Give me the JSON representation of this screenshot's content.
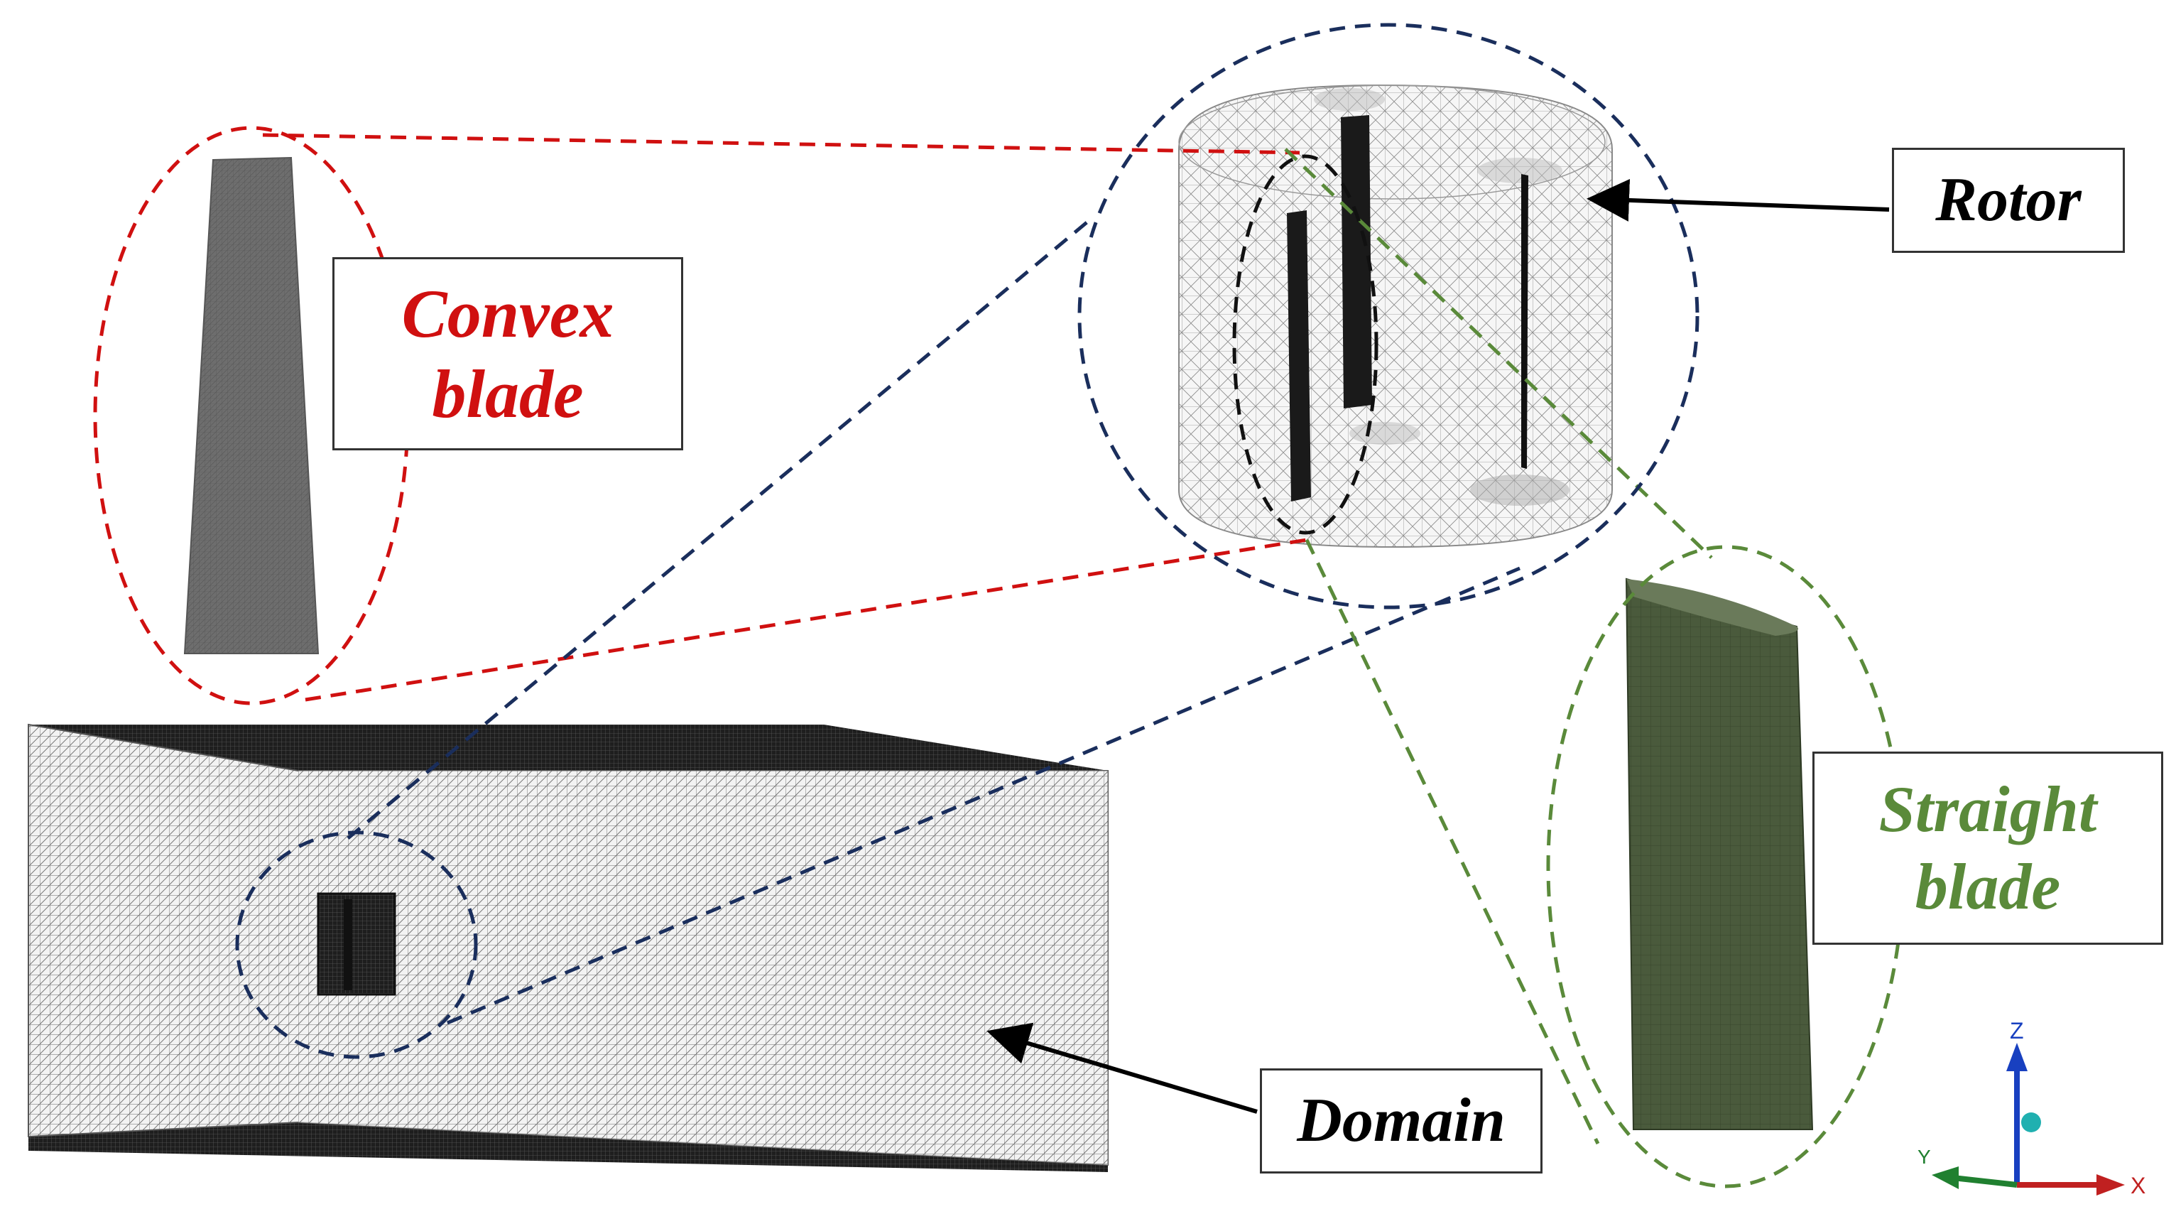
{
  "labels": {
    "convex_blade": {
      "lines": [
        "Convex",
        "blade"
      ],
      "color": "#d01010"
    },
    "rotor": {
      "lines": [
        "Rotor"
      ],
      "color": "#000000"
    },
    "straight_blade": {
      "lines": [
        "Straight",
        "blade"
      ],
      "color": "#5a8a3a"
    },
    "domain": {
      "lines": [
        "Domain"
      ],
      "color": "#000000"
    }
  },
  "axes": {
    "z": "Z",
    "x": "X",
    "y": "Y"
  },
  "colors": {
    "convex_outline": "#d01010",
    "rotor_outline": "#1a2e5c",
    "straight_outline": "#5a8a3a",
    "blade_section_outline": "#111111",
    "mesh_dark": "#222222",
    "mesh_light": "#e8e8e8",
    "straight_blade_fill": "#4a5a3c",
    "axis_z": "#1840c0",
    "axis_x": "#c02020",
    "axis_y": "#208030",
    "axis_origin": "#20b0b0"
  }
}
